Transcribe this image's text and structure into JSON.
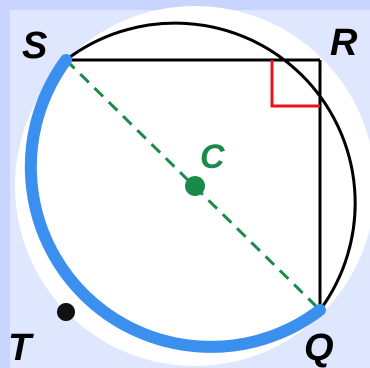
{
  "labels": {
    "S": "S",
    "R": "R",
    "Q": "Q",
    "T": "T",
    "C": "C"
  },
  "colors": {
    "background": "#dfe7ff",
    "circle": "#000000",
    "arc": "#3b8fef",
    "diameter": "#1a8a4a",
    "center": "#1a8a4a",
    "right_angle": "#e8141a"
  }
}
